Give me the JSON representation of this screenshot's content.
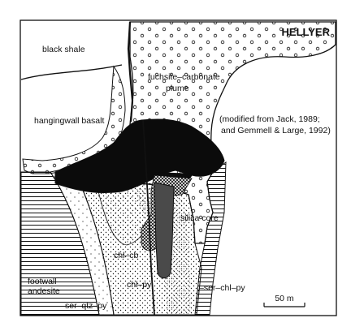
{
  "title": "HELLYER",
  "citation": {
    "line1": "(modified from Jack, 1989;",
    "line2": "and Gemmell & Large, 1992)"
  },
  "units": {
    "black_shale": "black shale",
    "hangingwall_basalt": "hangingwall basalt",
    "plume_line1": "fuchsite–carbonate",
    "plume_line2": "plume",
    "silica_core": "silica core",
    "chl_cb": "chl–cb",
    "chl_py": "chl–py",
    "footwall_line1": "footwall",
    "footwall_line2": "andesite",
    "ser_qtz_py": "ser–qtz–py",
    "ser_chl_py": "–ser–chl–py"
  },
  "scale_bar": {
    "label": "50 m",
    "length_m": 50
  },
  "colors": {
    "ink": "#111111",
    "paper": "#ffffff",
    "crosshatch": "#555555"
  }
}
